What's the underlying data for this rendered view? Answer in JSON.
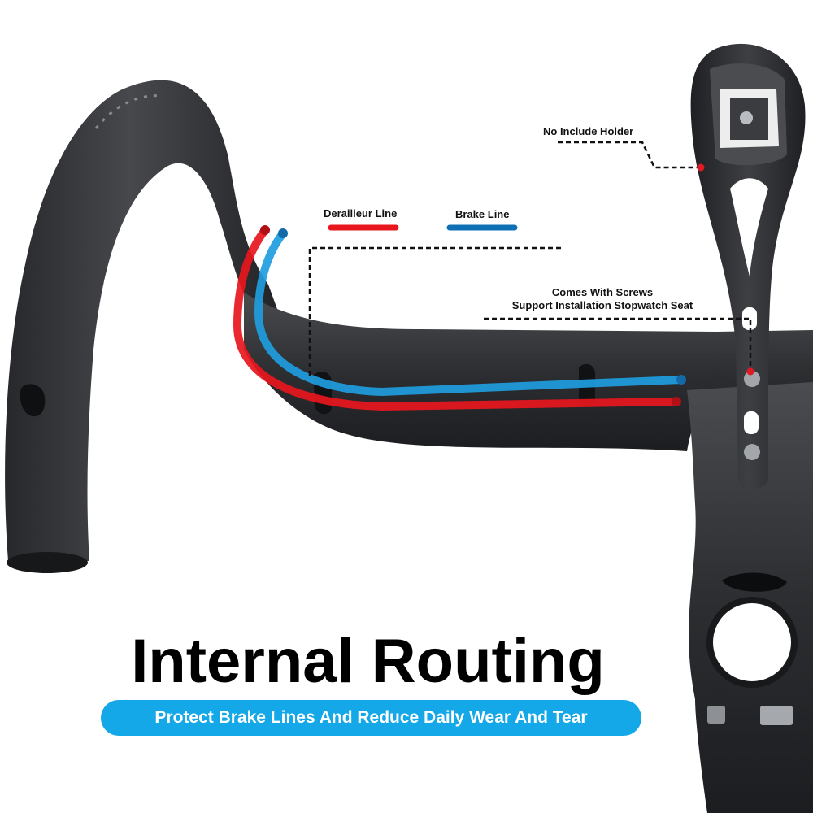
{
  "legend": {
    "derailleur_label": "Derailleur Line",
    "brake_label": "Brake Line"
  },
  "callouts": {
    "holder": "No Include Holder",
    "screws_line1": "Comes With Screws",
    "screws_line2": "Support Installation Stopwatch Seat"
  },
  "headline": "Internal Routing",
  "tagline": "Protect Brake Lines And Reduce Daily Wear And Tear",
  "colors": {
    "derailleur_line": "#e8161d",
    "brake_line": "#1f9de0",
    "legend_brake": "#0f6fb5",
    "carbon": "#2a2c2f",
    "pill": "#14a8e8"
  }
}
